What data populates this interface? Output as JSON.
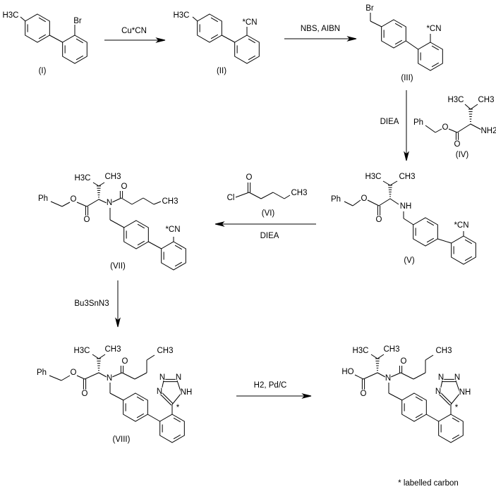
{
  "compounds": {
    "I": {
      "label": "(I)",
      "methyl": "H3C",
      "bromo": "Br"
    },
    "II": {
      "label": "(II)",
      "methyl": "H3C",
      "nitrile": "*CN"
    },
    "III": {
      "label": "(III)",
      "bromo": "Br",
      "nitrile": "*CN"
    },
    "IV": {
      "label": "(IV)",
      "phenyl": "Ph",
      "ester_o": "O",
      "carbonyl_o": "O",
      "methyl_left": "H3C",
      "methyl_right": "CH3",
      "amine": "NH2"
    },
    "V": {
      "label": "(V)",
      "phenyl": "Ph",
      "ester_o": "O",
      "carbonyl_o": "O",
      "methyl_left": "H3C",
      "methyl_right": "CH3",
      "amine": "NH",
      "nitrile": "*CN"
    },
    "VI": {
      "label": "(VI)",
      "chloro": "Cl",
      "carbonyl_o": "O",
      "methyl": "CH3"
    },
    "VII": {
      "label": "(VII)",
      "phenyl": "Ph",
      "ester_o": "O",
      "carbonyl_o": "O",
      "methyl_left": "H3C",
      "methyl_right": "CH3",
      "amide_n": "N",
      "amide_o": "O",
      "chain_methyl": "CH3",
      "nitrile": "*CN"
    },
    "VIII": {
      "label": "(VIII)",
      "phenyl": "Ph",
      "ester_o": "O",
      "carbonyl_o": "O",
      "methyl_left": "H3C",
      "methyl_right": "CH3",
      "amide_n": "N",
      "amide_o": "O",
      "chain_methyl": "CH3",
      "tz_n4": "N",
      "tz_n3": "N",
      "tz_n2": "N",
      "tz_n1": "NH",
      "label_star": "*"
    },
    "product": {
      "hydroxyl": "HO",
      "carbonyl_o": "O",
      "methyl_left": "H3C",
      "methyl_right": "CH3",
      "amide_n": "N",
      "amide_o": "O",
      "chain_methyl": "CH3",
      "tz_n4": "N",
      "tz_n3": "N",
      "tz_n2": "N",
      "tz_n1": "NH",
      "label_star": "*"
    }
  },
  "reagents": {
    "step1": "Cu*CN",
    "step2": "NBS, AIBN",
    "step3": "DIEA",
    "step4": "DIEA",
    "step5": "Bu3SnN3",
    "step6": "H2, Pd/C"
  },
  "footnote": "* labelled carbon"
}
